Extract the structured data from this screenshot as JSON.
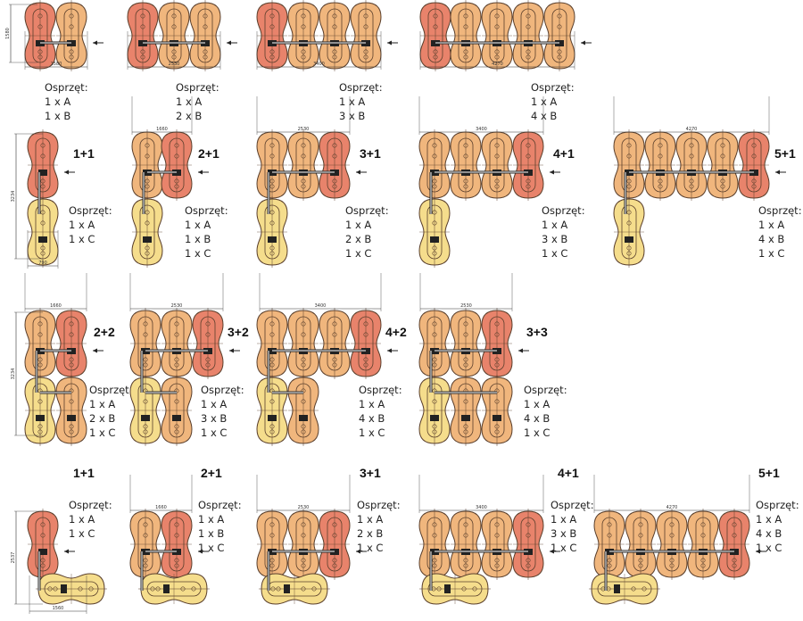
{
  "colors": {
    "red": "#e8836b",
    "orange": "#f0b67d",
    "yellow": "#f5dd8c",
    "stroke": "#5a3f2c"
  },
  "equipment_title": "Osprzęt:",
  "rows": [
    {
      "diagrams": [
        {
          "label": "",
          "equipment": [
            "1 x A",
            "1 x B"
          ],
          "dims": [
            "1580",
            "1660"
          ]
        },
        {
          "label": "",
          "equipment": [
            "1 x A",
            "2 x B"
          ],
          "dims": [
            "2530"
          ]
        },
        {
          "label": "",
          "equipment": [
            "1 x A",
            "3 x B"
          ],
          "dims": [
            "3400"
          ]
        },
        {
          "label": "",
          "equipment": [
            "1 x A",
            "4 x B"
          ],
          "dims": [
            "4270"
          ]
        }
      ]
    },
    {
      "diagrams": [
        {
          "label": "1+1",
          "equipment": [
            "1 x A",
            "1 x C"
          ],
          "dims": [
            "3234",
            "790"
          ]
        },
        {
          "label": "2+1",
          "equipment": [
            "1 x A",
            "1 x B",
            "1 x C"
          ],
          "dims": [
            "1660"
          ]
        },
        {
          "label": "3+1",
          "equipment": [
            "1 x A",
            "2 x B",
            "1 x C"
          ],
          "dims": [
            "2530"
          ]
        },
        {
          "label": "4+1",
          "equipment": [
            "1 x A",
            "3 x B",
            "1 x C"
          ],
          "dims": [
            "3400"
          ]
        },
        {
          "label": "5+1",
          "equipment": [
            "1 x A",
            "4 x B",
            "1 x C"
          ],
          "dims": [
            "4270"
          ]
        }
      ]
    },
    {
      "diagrams": [
        {
          "label": "2+2",
          "equipment": [
            "1 x A",
            "2 x B",
            "1 x C"
          ],
          "dims": [
            "1660",
            "3234"
          ]
        },
        {
          "label": "3+2",
          "equipment": [
            "1 x A",
            "3 x B",
            "1 x C"
          ],
          "dims": [
            "2530"
          ]
        },
        {
          "label": "4+2",
          "equipment": [
            "1 x A",
            "4 x B",
            "1 x C"
          ],
          "dims": [
            "3400"
          ]
        },
        {
          "label": "3+3",
          "equipment": [
            "1 x A",
            "4 x B",
            "1 x C"
          ],
          "dims": [
            "2530"
          ]
        }
      ]
    },
    {
      "diagrams": [
        {
          "label": "1+1",
          "equipment": [
            "1 x A",
            "1 x C"
          ],
          "dims": [
            "2537",
            "1560"
          ]
        },
        {
          "label": "2+1",
          "equipment": [
            "1 x A",
            "1 x B",
            "1 x C"
          ],
          "dims": [
            "1660"
          ]
        },
        {
          "label": "3+1",
          "equipment": [
            "1 x A",
            "2 x B",
            "1 x C"
          ],
          "dims": [
            "2530"
          ]
        },
        {
          "label": "4+1",
          "equipment": [
            "1 x A",
            "3 x B",
            "1 x C"
          ],
          "dims": [
            "3400"
          ]
        },
        {
          "label": "5+1",
          "equipment": [
            "1 x A",
            "4 x B",
            "1 x C"
          ],
          "dims": [
            "4270"
          ]
        }
      ]
    }
  ]
}
